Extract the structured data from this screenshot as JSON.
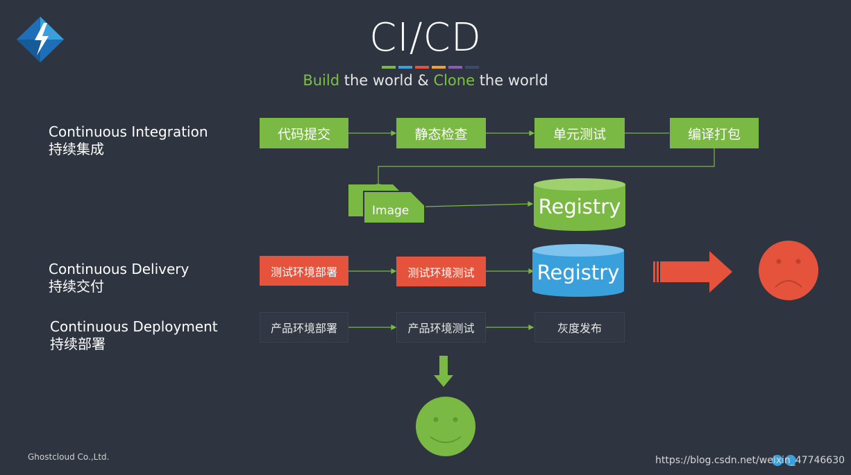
{
  "header": {
    "title": "CI/CD",
    "subtitle_parts": [
      "Build",
      " the world & ",
      "Clone",
      " the world"
    ],
    "stripe_colors": [
      "#7ab943",
      "#3aa0dc",
      "#e6533d",
      "#f0a22e",
      "#8d5bb3",
      "#3b4d6e"
    ]
  },
  "sections": {
    "ci": {
      "en": "Continuous Integration",
      "zh": "持续集成"
    },
    "cdelivery": {
      "en": "Continuous Delivery",
      "zh": "持续交付"
    },
    "cdeploy": {
      "en": "Continuous Deployment",
      "zh": "持续部署"
    }
  },
  "ci_steps": [
    "代码提交",
    "静态检查",
    "单元测试",
    "编译打包"
  ],
  "image_label": "Image",
  "registry_green_label": "Registry",
  "registry_blue_label": "Registry",
  "delivery_steps": [
    "测试环境部署",
    "测试环境测试"
  ],
  "deploy_steps": [
    "产品环境部署",
    "产品环境测试",
    "灰度发布"
  ],
  "colors": {
    "background": "#2f3540",
    "green": "#7ab943",
    "red": "#e6533d",
    "blue": "#3aa0dc",
    "orange": "#f0a22e"
  },
  "footer": {
    "company": "Ghostcloud Co.,Ltd.",
    "url": "https://blog.csdn.net/weixin_47746630"
  }
}
